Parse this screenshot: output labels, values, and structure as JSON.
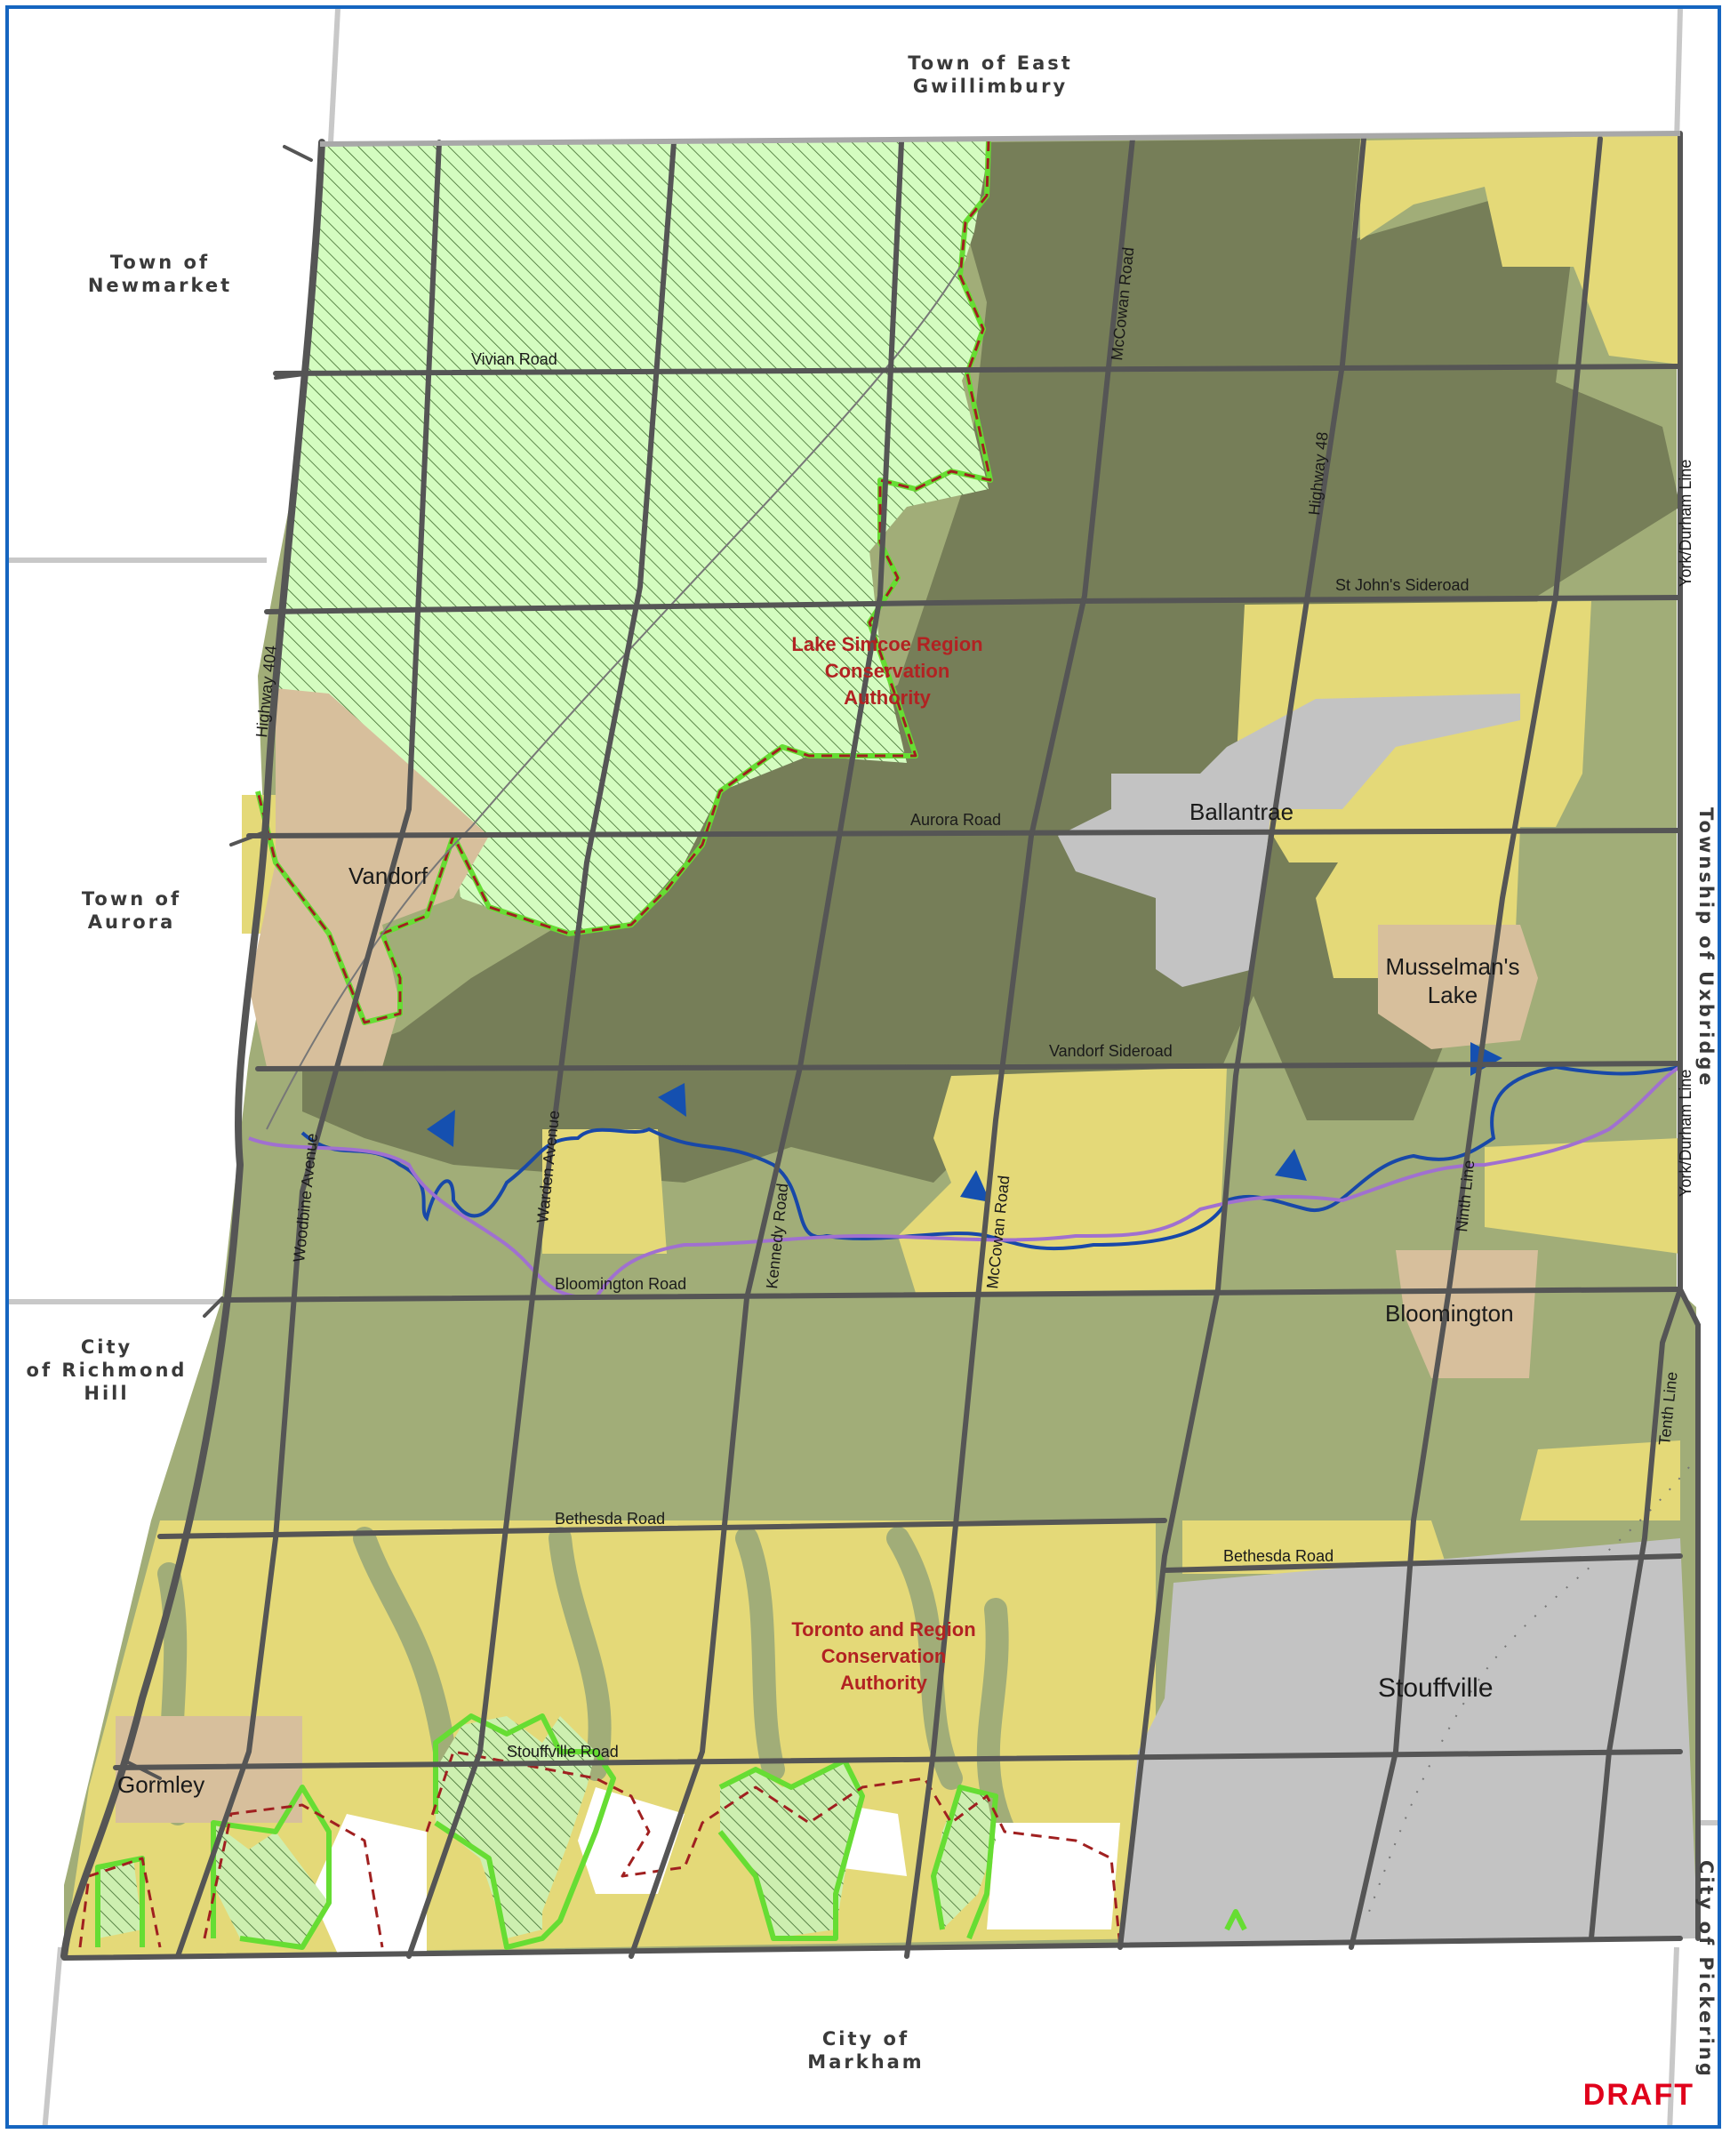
{
  "municipalities": {
    "east_gwillimbury": [
      "Town of East",
      "Gwillimbury"
    ],
    "newmarket": [
      "Town of",
      "Newmarket"
    ],
    "aurora": [
      "Town of",
      "Aurora"
    ],
    "richmond_hill": [
      "City",
      "of Richmond",
      "Hill"
    ],
    "markham": [
      "City of",
      "Markham"
    ],
    "uxbridge": "Township of Uxbridge",
    "pickering": "City of Pickering"
  },
  "roads": {
    "vivian": "Vivian Road",
    "st_johns": "St John's Sideroad",
    "aurora": "Aurora Road",
    "vandorf": "Vandorf Sideroad",
    "bloomington": "Bloomington Road",
    "bethesda_w": "Bethesda Road",
    "bethesda_e": "Bethesda Road",
    "stouffville": "Stouffville Road",
    "highway404": "Highway 404",
    "highway48": "Highway 48",
    "woodbine": "Woodbine Avenue",
    "warden": "Warden Avenue",
    "kennedy": "Kennedy Road",
    "mccowan_n": "McCowan Road",
    "mccowan_s": "McCowan Road",
    "ninth": "Ninth Line",
    "tenth": "Tenth Line",
    "york_durham_n": "York/Durham Line",
    "york_durham_s": "York/Durham Line"
  },
  "places": {
    "vandorf": "Vandorf",
    "ballantrae": "Ballantrae",
    "musselmans": [
      "Musselman's",
      "Lake"
    ],
    "bloomington": "Bloomington",
    "stouffville": "Stouffville",
    "gormley": "Gormley"
  },
  "conservation": {
    "lake_simcoe": [
      "Lake Simcoe Region",
      "Conservation",
      "Authority"
    ],
    "toronto": [
      "Toronto and Region",
      "Conservation",
      "Authority"
    ]
  },
  "stamp": "DRAFT",
  "colors": {
    "frame": "#1565c0",
    "light_green": "#d4fcc0",
    "dark_olive": "#767e58",
    "mid_green": "#a1ad78",
    "yellow": "#e4d978",
    "tan": "#d7bf9c",
    "urban_grey": "#c3c3c3",
    "road": "#555555",
    "boundary_dash": "#a02020",
    "boundary_green": "#66dd33",
    "river": "#1848a8",
    "trail": "#a070d0",
    "arrow": "#1550b0",
    "draft": "#e0001b"
  }
}
